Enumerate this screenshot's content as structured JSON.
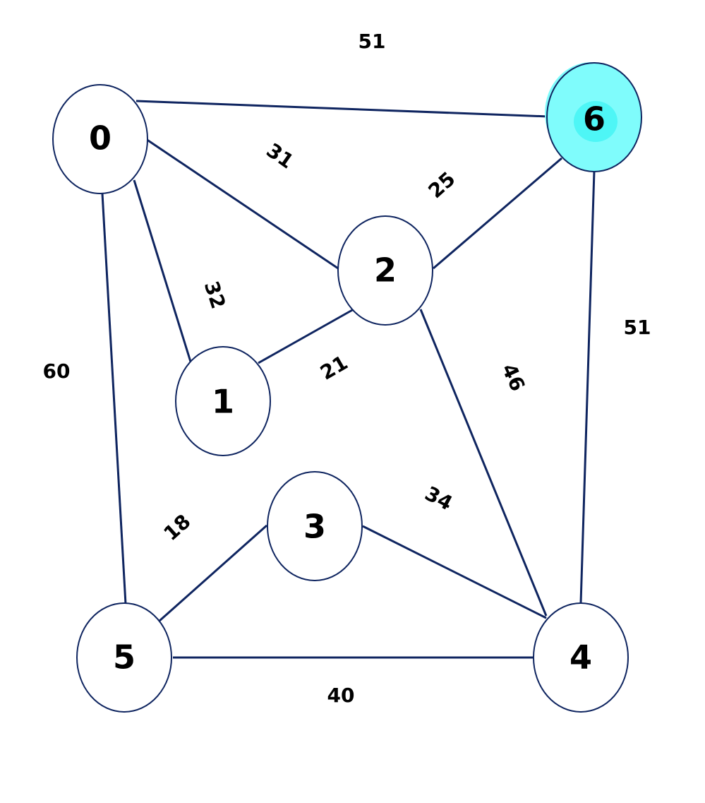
{
  "graph": {
    "colors": {
      "edge": "#0f2560",
      "node_fill": "#ffffff",
      "highlight_fill": "#7ffcfc",
      "highlight_core": "#4ef6f6",
      "text": "#000000"
    },
    "nodes": [
      {
        "id": "n0",
        "label": "0",
        "highlighted": false
      },
      {
        "id": "n1",
        "label": "1",
        "highlighted": false
      },
      {
        "id": "n2",
        "label": "2",
        "highlighted": false
      },
      {
        "id": "n3",
        "label": "3",
        "highlighted": false
      },
      {
        "id": "n4",
        "label": "4",
        "highlighted": false
      },
      {
        "id": "n5",
        "label": "5",
        "highlighted": false
      },
      {
        "id": "n6",
        "label": "6",
        "highlighted": true
      }
    ],
    "edges": [
      {
        "id": "e0-6",
        "from": "0",
        "to": "6",
        "weight": "51"
      },
      {
        "id": "e0-2",
        "from": "0",
        "to": "2",
        "weight": "31"
      },
      {
        "id": "e0-1",
        "from": "0",
        "to": "1",
        "weight": "32"
      },
      {
        "id": "e0-5",
        "from": "0",
        "to": "5",
        "weight": "60"
      },
      {
        "id": "e2-6",
        "from": "2",
        "to": "6",
        "weight": "25"
      },
      {
        "id": "e1-2",
        "from": "1",
        "to": "2",
        "weight": "21"
      },
      {
        "id": "e2-4",
        "from": "2",
        "to": "4",
        "weight": "46"
      },
      {
        "id": "e6-4",
        "from": "6",
        "to": "4",
        "weight": "51"
      },
      {
        "id": "e3-4",
        "from": "3",
        "to": "4",
        "weight": "34"
      },
      {
        "id": "e5-3",
        "from": "5",
        "to": "3",
        "weight": "18"
      },
      {
        "id": "e5-4",
        "from": "5",
        "to": "4",
        "weight": "40"
      }
    ]
  }
}
